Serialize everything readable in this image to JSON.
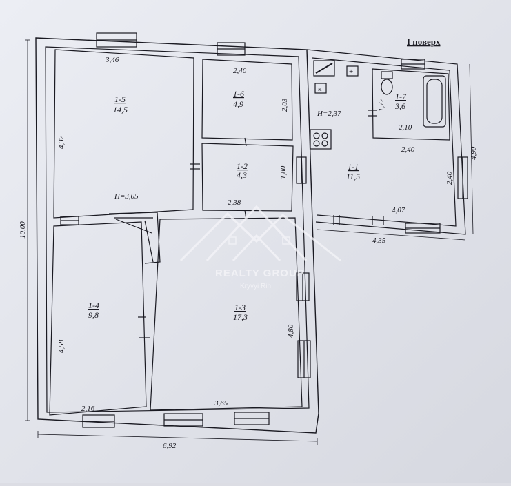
{
  "floor_title": "I поверх",
  "rooms": [
    {
      "id": "1-5",
      "code": "1-5",
      "area": "14,5"
    },
    {
      "id": "1-6",
      "code": "1-6",
      "area": "4,9"
    },
    {
      "id": "1-2",
      "code": "1-2",
      "area": "4,3"
    },
    {
      "id": "1-1",
      "code": "1-1",
      "area": "11,5"
    },
    {
      "id": "1-7",
      "code": "1-7",
      "area": "3,6"
    },
    {
      "id": "1-4",
      "code": "1-4",
      "area": "9,8"
    },
    {
      "id": "1-3",
      "code": "1-3",
      "area": "17,3"
    }
  ],
  "heights": {
    "left": "H=3,05",
    "right": "H=2,37"
  },
  "dimensions": {
    "room15_width": "3,46",
    "room15_height": "4,32",
    "room16_width": "2,40",
    "room16_height": "2,03",
    "room12_height": "1,80",
    "room12_width": "2,38",
    "room17_height": "1,72",
    "room17_width": "2,10",
    "room11_top": "2,40",
    "room11_right": "2,40",
    "room11_bottom": "4,07",
    "annex_width": "4,35",
    "annex_height": "4,90",
    "total_height": "10,00",
    "room14_height": "4,58",
    "room14_width": "2,16",
    "room13_height": "4,80",
    "room13_width": "3,65",
    "total_width": "6,92"
  },
  "fixtures": {
    "kitchen_label": "к",
    "heater_label": "+"
  },
  "watermark": {
    "brand": "REALTY GROUP",
    "city": "Kryvyi Rih"
  },
  "colors": {
    "paper": "#e9eaf0",
    "line": "#1a1a22",
    "background": "#dcdde4"
  }
}
